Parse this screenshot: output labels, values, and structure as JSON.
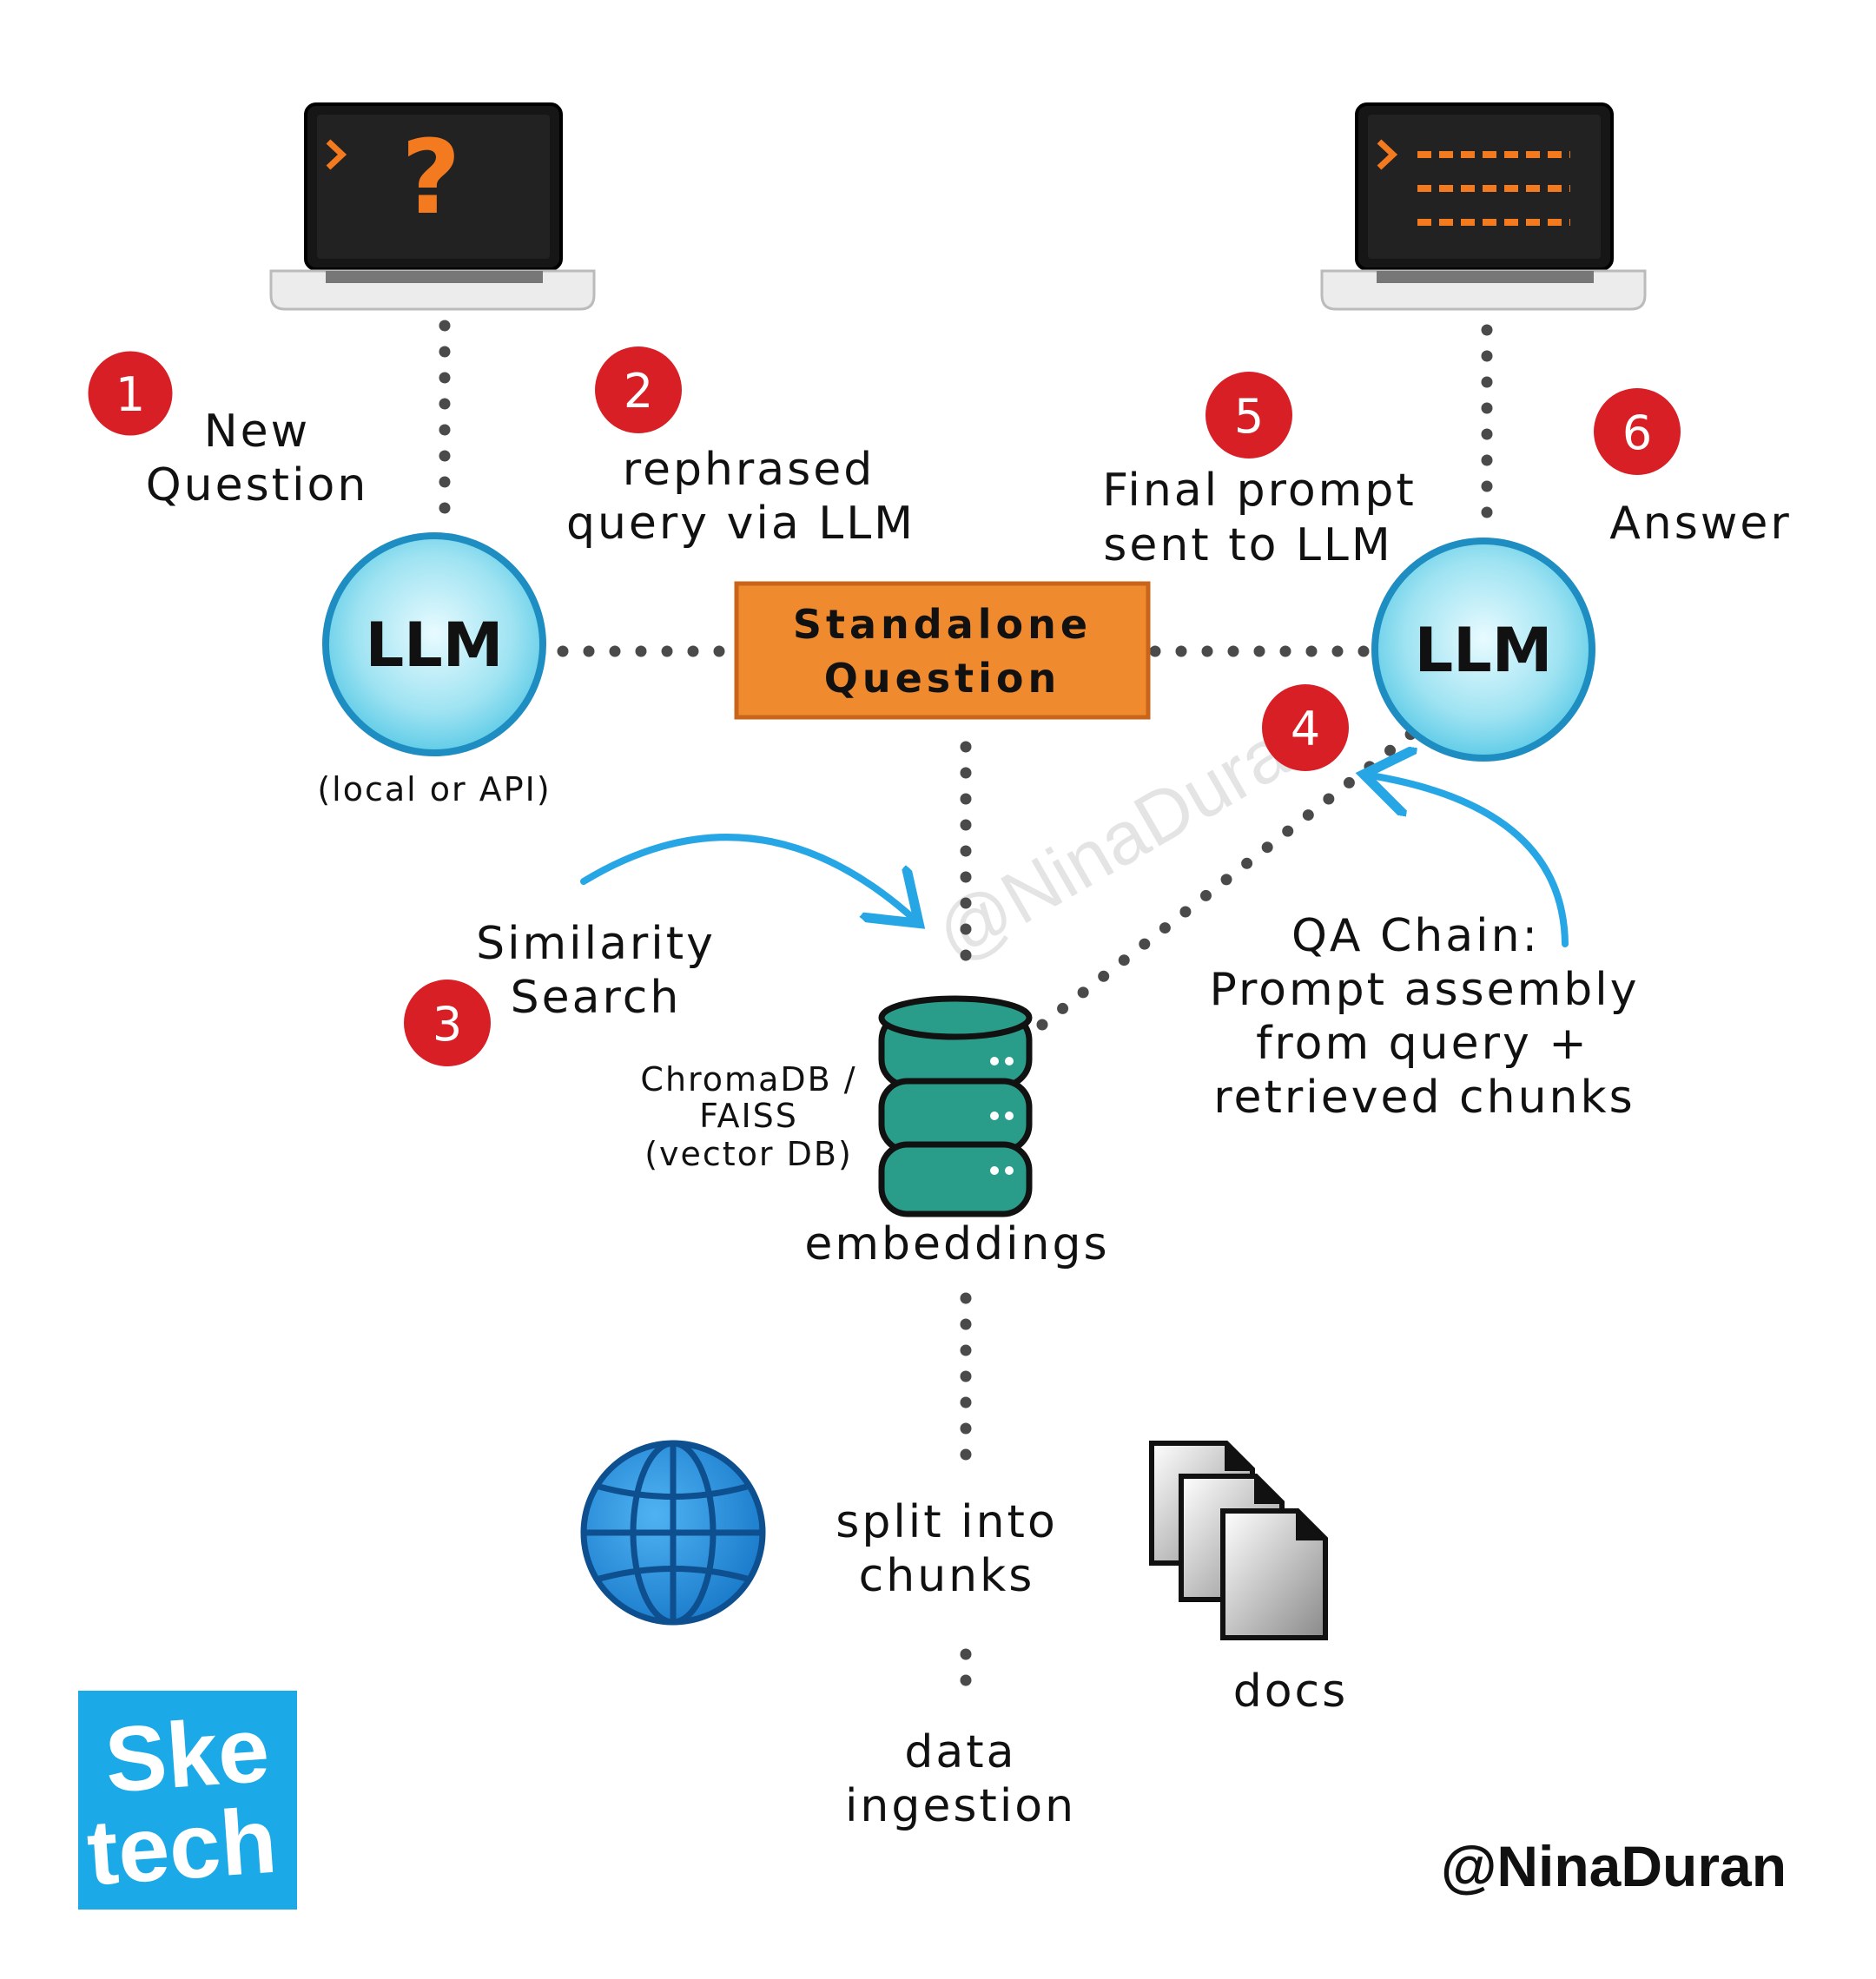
{
  "steps": {
    "s1": {
      "num": "1",
      "label_line1": "New",
      "label_line2": "Question"
    },
    "s2": {
      "num": "2",
      "label_line1": "rephrased",
      "label_line2": "query via LLM"
    },
    "s3": {
      "num": "3",
      "label_line1": "Similarity",
      "label_line2": "Search"
    },
    "s4": {
      "num": "4"
    },
    "s5": {
      "num": "5",
      "label_line1": "Final prompt",
      "label_line2": "sent to LLM"
    },
    "s6": {
      "num": "6",
      "label": "Answer"
    }
  },
  "llm_left": {
    "label": "LLM",
    "note": "(local or API)"
  },
  "llm_right": {
    "label": "LLM"
  },
  "standalone": {
    "line1": "Standalone",
    "line2": "Question"
  },
  "vector_db": {
    "line1": "ChromaDB /",
    "line2": "FAISS",
    "line3": "(vector DB)",
    "caption": "embeddings"
  },
  "qa_chain": {
    "line1": "QA Chain:",
    "line2": "Prompt assembly",
    "line3": "from query +",
    "line4": "retrieved chunks"
  },
  "ingestion": {
    "split_line1": "split into",
    "split_line2": "chunks",
    "data_line1": "data",
    "data_line2": "ingestion",
    "docs": "docs"
  },
  "watermark": "@NinaDuran",
  "handle": "@NinaDuran",
  "logo": {
    "line1": "Ske",
    "line2": "tech"
  },
  "colors": {
    "badge": "#d81f26",
    "llm_fill": "#9fe3f2",
    "llm_stroke": "#1e8dc1",
    "box": "#f08a2e",
    "db": "#2a9d8a",
    "arrow": "#27a6e5",
    "logo_bg": "#1ba9e8",
    "prompt_orange": "#f47a20"
  },
  "icons": [
    "laptop-question-icon",
    "laptop-answer-icon",
    "globe-icon",
    "docs-icon",
    "database-icon"
  ]
}
